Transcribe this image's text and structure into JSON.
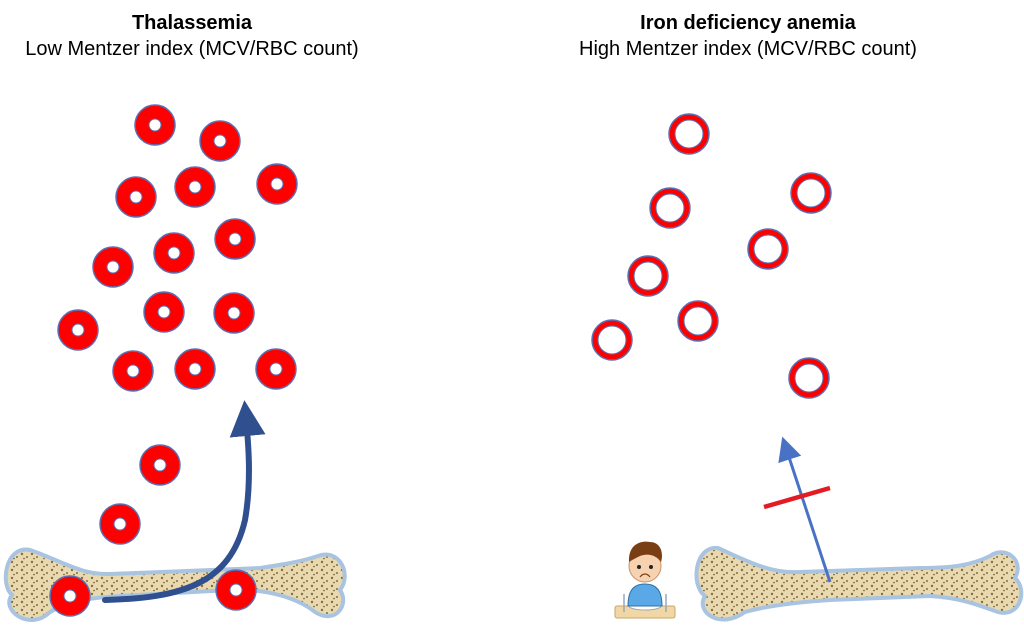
{
  "left": {
    "title": "Thalassemia",
    "subtitle": "Low Mentzer index (MCV/RBC count)"
  },
  "right": {
    "title": "Iron deficiency anemia",
    "subtitle": "High Mentzer index (MCV/RBC count)"
  },
  "colors": {
    "cell_fill": "#ff0000",
    "cell_stroke": "#5a6fb5",
    "cell_center": "#ffffff",
    "arrow_thick": "#2f4f8f",
    "arrow_thin": "#4a72c4",
    "block_mark": "#e31b23",
    "bone_fill": "#e8d9b0",
    "bone_outline": "#a9c4e0",
    "bone_spots": "#8b6d3a"
  },
  "icons": {
    "left_bone": "bone-icon",
    "right_bone": "bone-icon",
    "child": "sad-child-with-empty-plate-icon"
  }
}
